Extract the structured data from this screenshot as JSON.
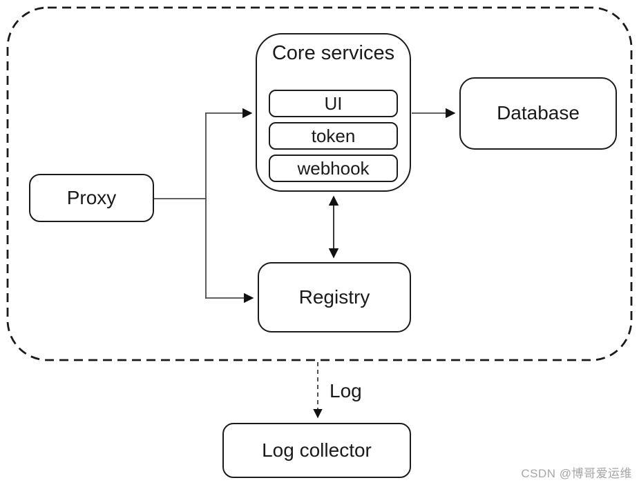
{
  "diagram": {
    "cluster": {
      "name": "service-cluster-boundary"
    },
    "nodes": {
      "proxy": {
        "label": "Proxy"
      },
      "core_services": {
        "title": "Core services",
        "sub": [
          "UI",
          "token",
          "webhook"
        ]
      },
      "database": {
        "label": "Database"
      },
      "registry": {
        "label": "Registry"
      },
      "log_collector": {
        "label": "Log collector"
      }
    },
    "edges": {
      "proxy_to_core_services": {
        "type": "arrow"
      },
      "proxy_to_registry": {
        "type": "arrow"
      },
      "core_services_to_database": {
        "type": "arrow"
      },
      "core_services_registry": {
        "type": "double-arrow"
      },
      "cluster_to_log_collector": {
        "type": "dashed-arrow",
        "label": "Log"
      }
    },
    "colors": {
      "background": "#ffffff",
      "box_border": "#1a1a1a",
      "connector": "#4a4a4a",
      "arrowhead": "#111111",
      "watermark": "#a6a6a6"
    }
  },
  "watermark": {
    "text": "CSDN @博哥爱运维"
  }
}
